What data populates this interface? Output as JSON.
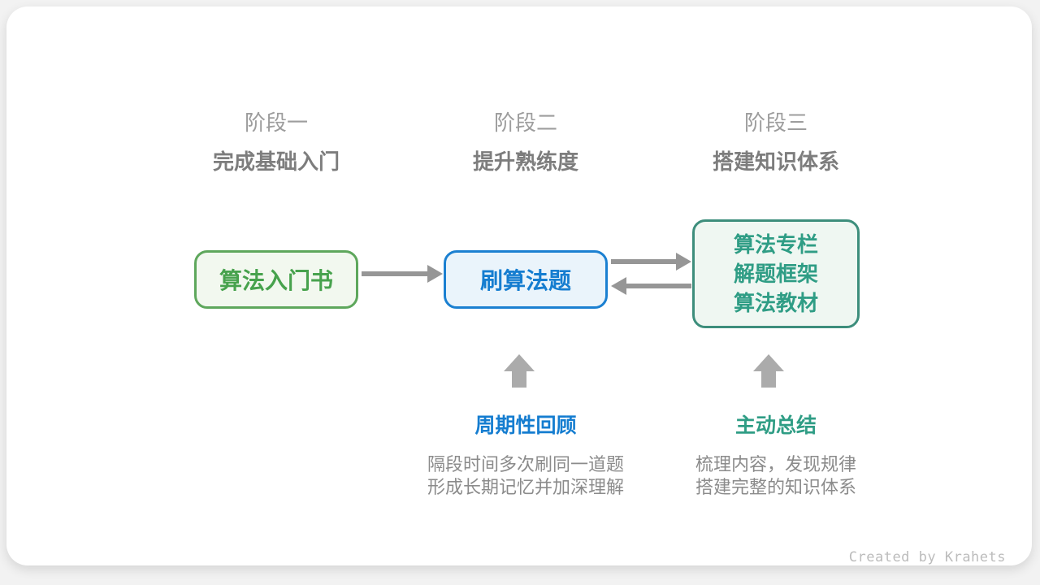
{
  "stages": [
    {
      "label": "阶段一",
      "subtitle": "完成基础入门"
    },
    {
      "label": "阶段二",
      "subtitle": "提升熟练度"
    },
    {
      "label": "阶段三",
      "subtitle": "搭建知识体系"
    }
  ],
  "nodes": [
    {
      "label": "算法入门书"
    },
    {
      "label": "刷算法题"
    },
    {
      "lines": [
        "算法专栏",
        "解题框架",
        "算法教材"
      ]
    }
  ],
  "connectors": {
    "box1_to_box2": "arrow-right-icon",
    "box2_to_box3": "arrow-right-icon",
    "box3_to_box2": "arrow-left-icon",
    "up_mid": "arrow-up-icon",
    "up_right": "arrow-up-icon"
  },
  "annotations": [
    {
      "title": "周期性回顾",
      "desc_line1": "隔段时间多次刷同一道题",
      "desc_line2": "形成长期记忆并加深理解"
    },
    {
      "title": "主动总结",
      "desc_line1": "梳理内容，发现规律",
      "desc_line2": "搭建完整的知识体系"
    }
  ],
  "footer": {
    "credit": "Created by Krahets"
  },
  "colors": {
    "green_border": "#5ea75c",
    "green_text": "#47a24d",
    "green_bg": "#f2f8ef",
    "blue_border": "#1b80d1",
    "blue_text": "#157dd0",
    "blue_bg": "#eaf4fb",
    "teal_border": "#3d8e7c",
    "teal_text": "#2f9d85",
    "teal_bg": "#eff7f2",
    "connector_gray": "#969696",
    "block_arrow_gray": "#ababab",
    "stage_label_gray": "#9d9d9d",
    "stage_subtitle_gray": "#7d7d7d",
    "desc_gray": "#8b8b8b",
    "credit_gray": "#bcbcbc"
  }
}
